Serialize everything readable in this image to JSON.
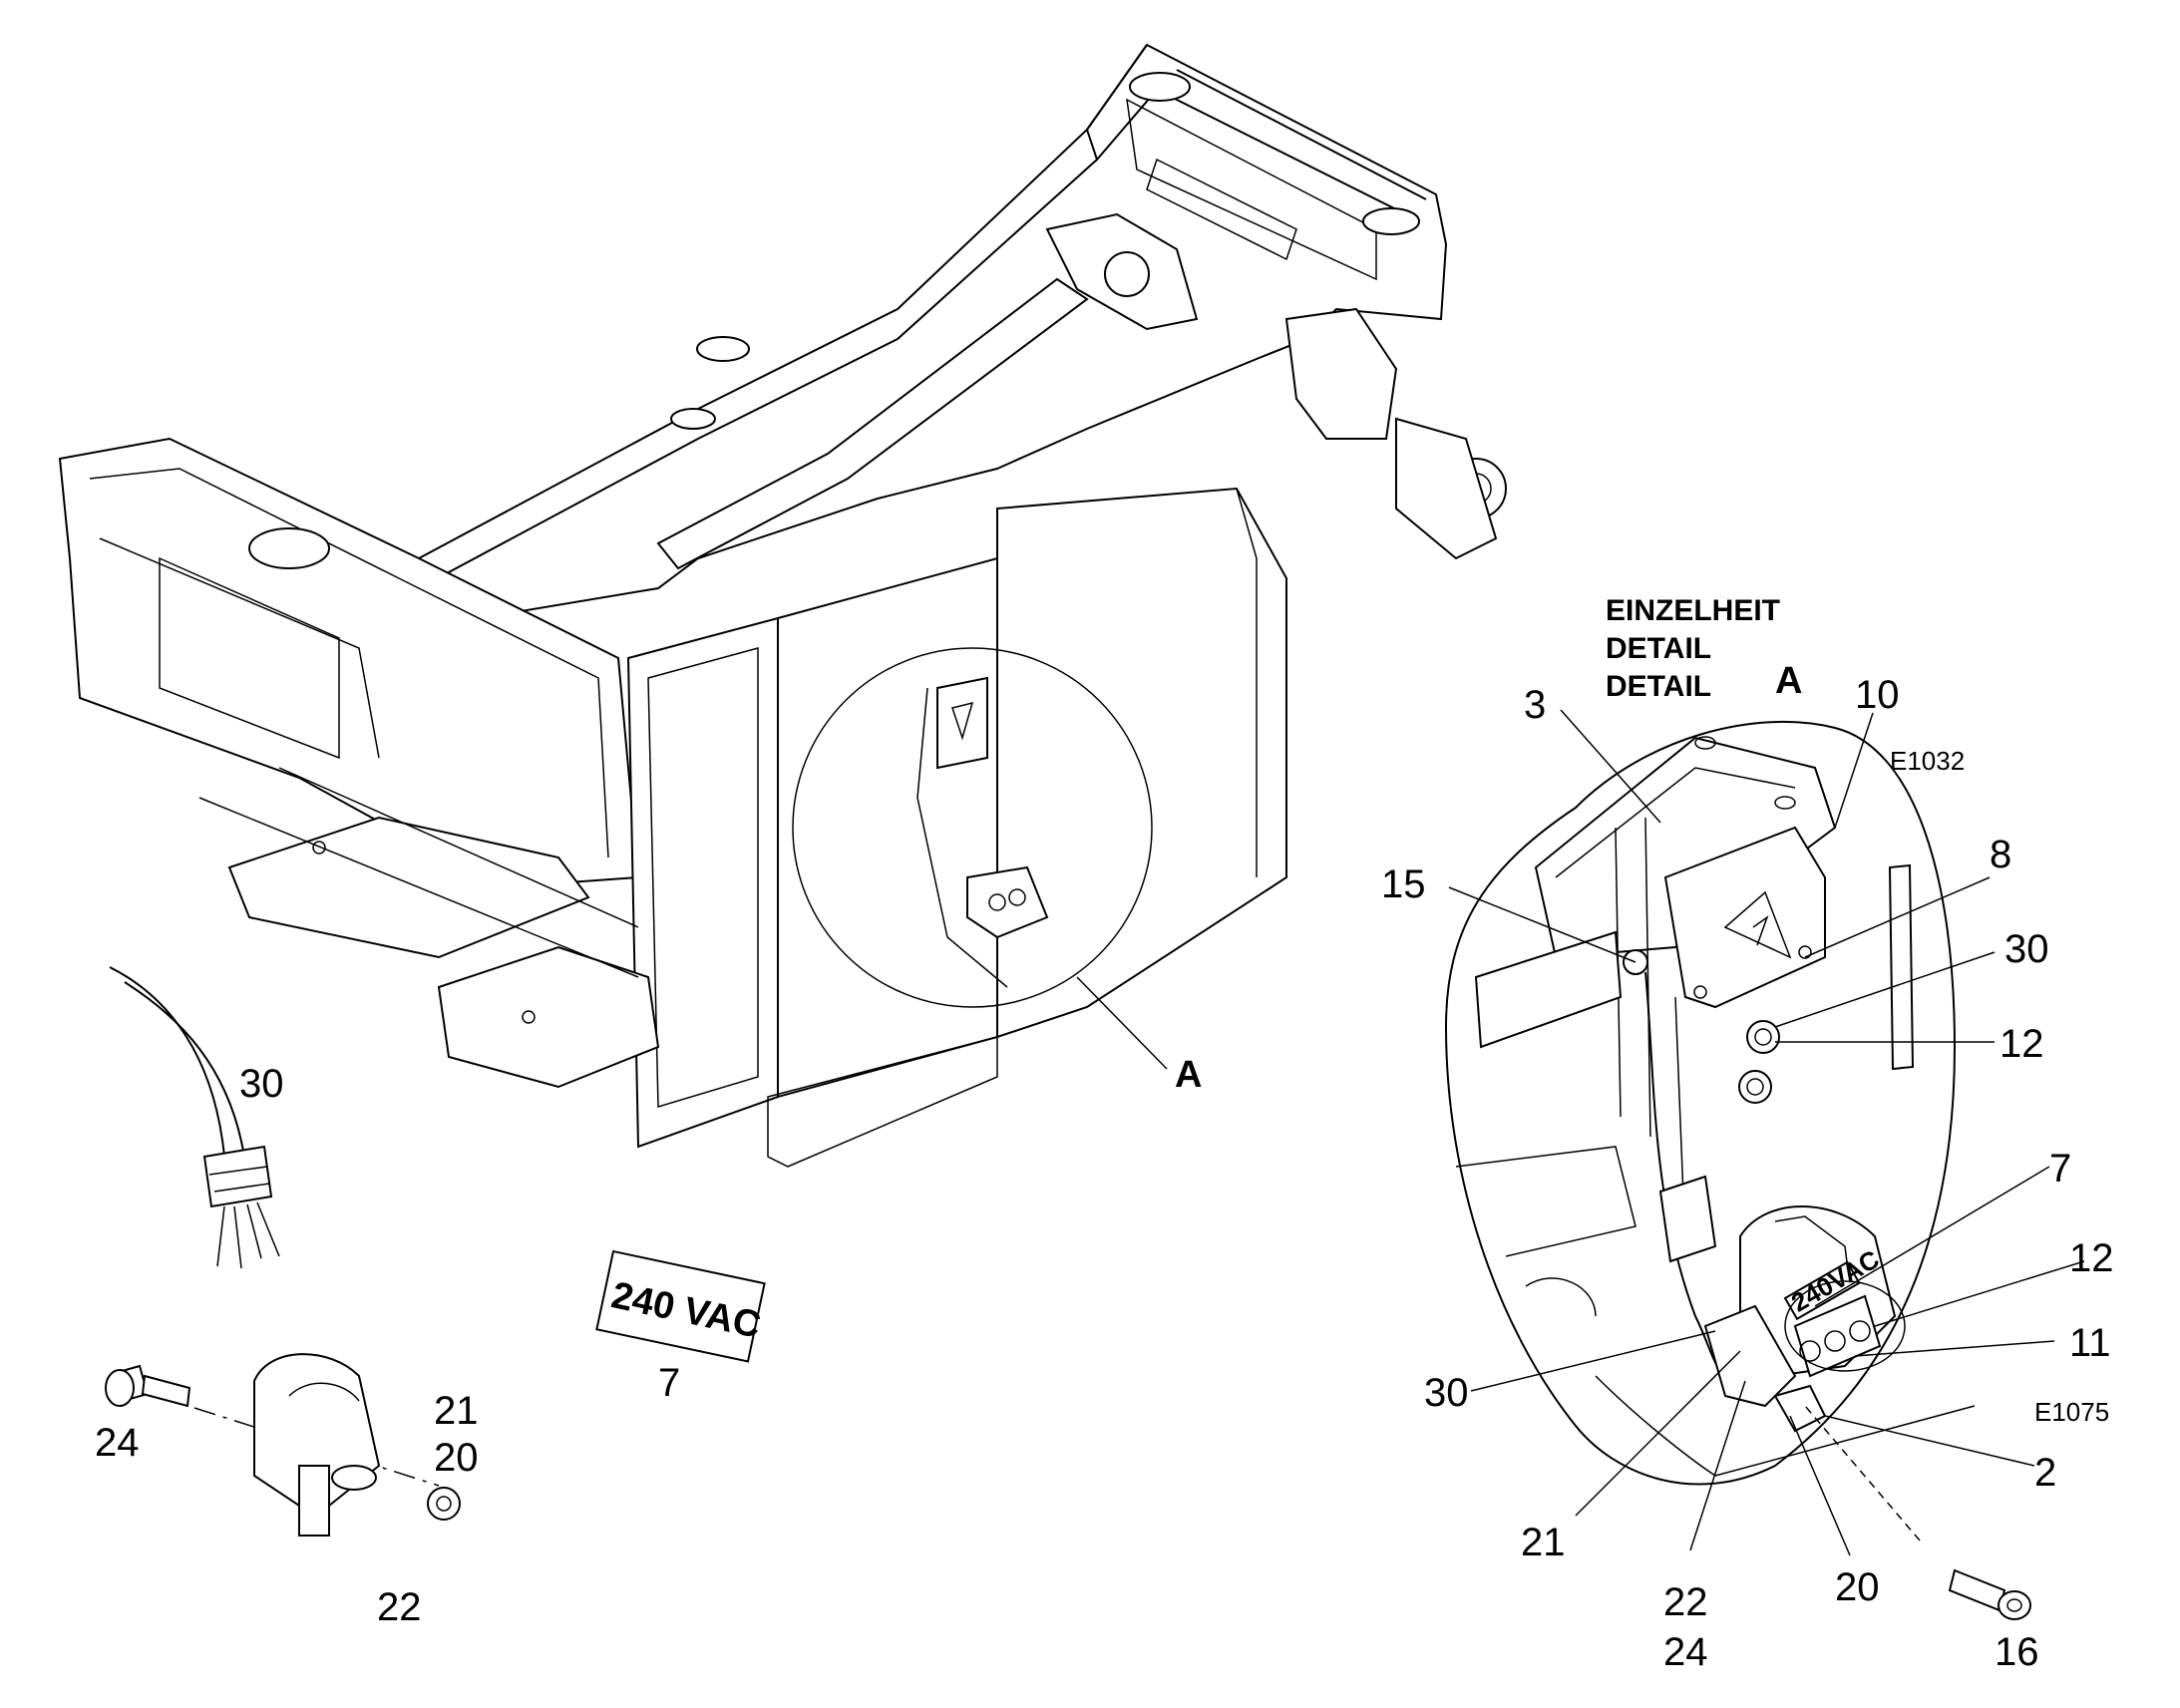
{
  "detail_heading": {
    "line1": "EINZELHEIT",
    "line2": "DETAIL",
    "line3": "DETAIL",
    "letter": "A"
  },
  "detail_marker": "A",
  "drawing_codes": {
    "top": "E1032",
    "bottom": "E1075"
  },
  "label_decal": {
    "text": "240 VAC",
    "callout": "7"
  },
  "socket_decal_text": "240VAC",
  "callouts_left": {
    "cable": "30",
    "screw": "24",
    "cover_a": "21",
    "cover_b": "20",
    "washer": "22"
  },
  "callouts_detail": {
    "c3": "3",
    "c10": "10",
    "c8": "8",
    "c15": "15",
    "c30a": "30",
    "c12a": "12",
    "c7": "7",
    "c12b": "12",
    "c11": "11",
    "c30b": "30",
    "c2": "2",
    "c21": "21",
    "c22": "22",
    "c24": "24",
    "c20": "20",
    "c16": "16"
  }
}
